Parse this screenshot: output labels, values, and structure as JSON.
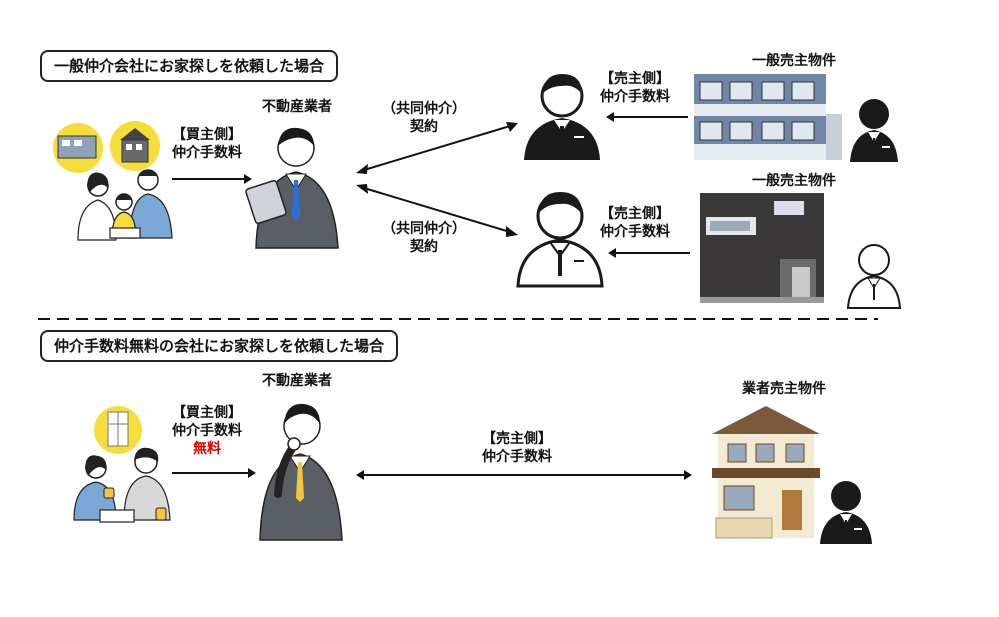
{
  "sections": {
    "top": {
      "title": "一般仲介会社にお家探しを依頼した場合",
      "agent_label": "不動産業者",
      "buyer_fee": {
        "line1": "【買主側】",
        "line2": "仲介手数料"
      },
      "contract_1": {
        "line1": "（共同仲介）",
        "line2": "契約"
      },
      "contract_2": {
        "line1": "（共同仲介）",
        "line2": "契約"
      },
      "property_1": "一般売主物件",
      "property_2": "一般売主物件",
      "seller_fee_1": {
        "line1": "【売主側】",
        "line2": "仲介手数料"
      },
      "seller_fee_2": {
        "line1": "【売主側】",
        "line2": "仲介手数料"
      }
    },
    "bottom": {
      "title": "仲介手数料無料の会社にお家探しを依頼した場合",
      "agent_label": "不動産業者",
      "buyer_fee": {
        "line1": "【買主側】",
        "line2": "仲介手数料",
        "line3": "無料"
      },
      "seller_fee": {
        "line1": "【売主側】",
        "line2": "仲介手数料"
      },
      "property": "業者売主物件"
    }
  },
  "colors": {
    "accent_yellow": "#f5dd3c",
    "free_red": "#e00000",
    "suit_gray": "#5a5f66",
    "dark_figure": "#1a1a1a"
  }
}
